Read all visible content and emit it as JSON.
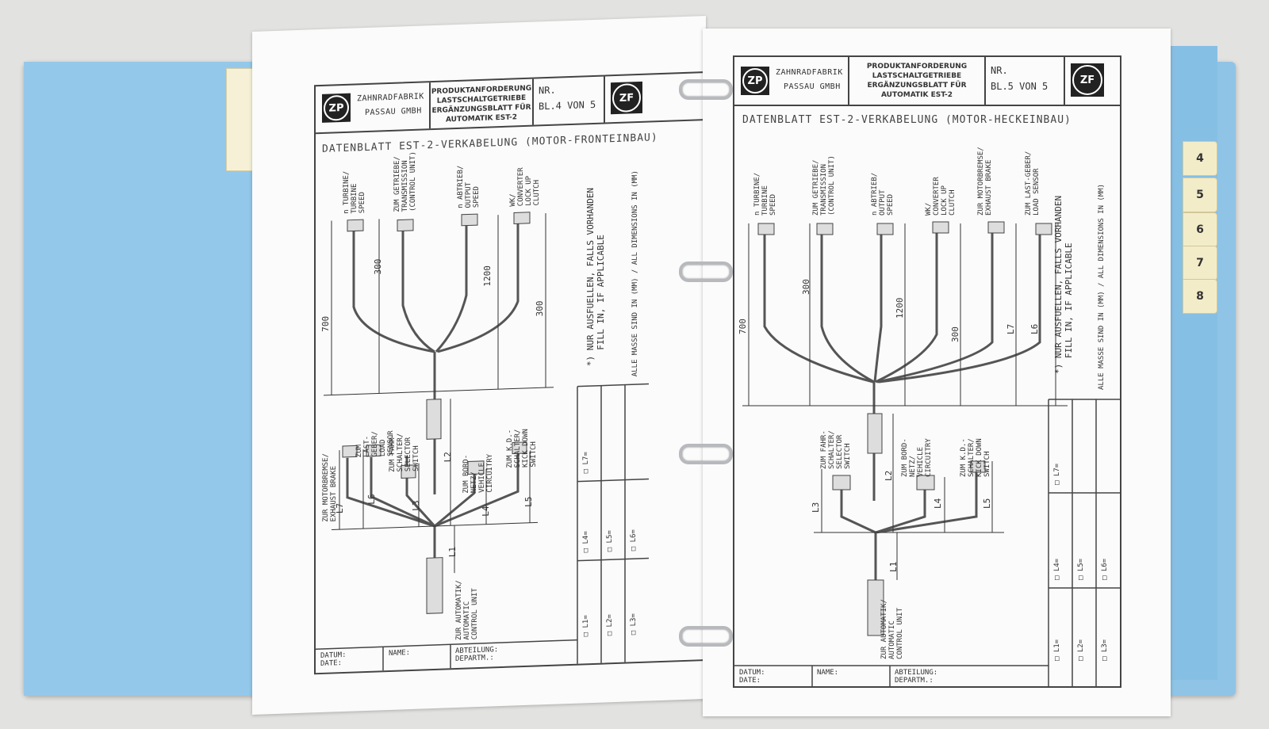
{
  "tabs": [
    "4",
    "5",
    "6",
    "7",
    "8"
  ],
  "left": {
    "company": [
      "ZAHNRADFABRIK",
      "PASSAU GMBH"
    ],
    "logo_small": "ZP",
    "title_lines": [
      "PRODUKTANFORDERUNG",
      "LASTSCHALTGETRIEBE",
      "ERGÄNZUNGSBLATT FÜR",
      "AUTOMATIK EST-2"
    ],
    "nr_label": "NR.",
    "sheet_no": "BL.4 VON 5",
    "logo_big": "ZF",
    "datasheet_title": "DATENBLATT EST-2-VERKABELUNG (MOTOR-FRONTEINBAU)",
    "sensors_top": [
      "n TURBINE/\nTURBINE\nSPEED",
      "ZUM GETRIEBE/\nTRANSMISSION\n(CONTROL UNIT)",
      "n ABTRIEB/\nOUTPUT\nSPEED",
      "WK/\nCONVERTER\nLOCK UP\nCLUTCH"
    ],
    "dims_top": [
      "700",
      "300",
      "1200",
      "300"
    ],
    "sensors_bottom": [
      "ZUR MOTORBREMSE/\nEXHAUST BRAKE",
      "ZUM\nLAST-\nGEBER/\nLOAD\nSENSOR",
      "ZUM FAHR-\nSCHALTER/\nSELECTOR\nSWITCH",
      "ZUM BORD-\nNETZ/\nVEHICLE\nCIRCUITRY",
      "ZUM K.D.-\nSCHALTER/\nKICK DOWN\nSWITCH"
    ],
    "dims_bottom": [
      "L7",
      "L6",
      "L3",
      "L2",
      "L4",
      "L5",
      "L1"
    ],
    "control_unit": "ZUR AUTOMATIK/\nAUTOMATIC\nCONTROL UNIT",
    "note": "*) NUR AUSFUELLEN, FALLS VORHANDEN\n   FILL IN, IF APPLICABLE",
    "dimensions_note": "ALLE MASSE SIND IN (MM) / ALL DIMENSIONS IN (MM)",
    "fields": [
      "□ L7=",
      "□ L4=",
      "□ L5=",
      "□ L6=",
      "□ L1=",
      "□ L2=",
      "□ L3="
    ],
    "footer": {
      "datum": "DATUM:\nDATE:",
      "name": "NAME:",
      "abteilung": "ABTEILUNG:\nDEPARTM.:"
    }
  },
  "right": {
    "company": [
      "ZAHNRADFABRIK",
      "PASSAU GMBH"
    ],
    "logo_small": "ZP",
    "title_lines": [
      "PRODUKTANFORDERUNG",
      "LASTSCHALTGETRIEBE",
      "ERGÄNZUNGSBLATT FÜR",
      "AUTOMATIK EST-2"
    ],
    "nr_label": "NR.",
    "sheet_no": "BL.5 VON 5",
    "logo_big": "ZF",
    "datasheet_title": "DATENBLATT EST-2-VERKABELUNG (MOTOR-HECKEINBAU)",
    "sensors_top": [
      "n TURBINE/\nTURBINE\nSPEED",
      "ZUM GETRIEBE/\nTRANSMISSION\n(CONTROL UNIT)",
      "n ABTRIEB/\nOUTPUT\nSPEED",
      "WK/\nCONVERTER\nLOCK UP\nCLUTCH",
      "ZUR MOTORBREMSE/\nEXHAUST BRAKE",
      "ZUM LAST-GEBER/\nLOAD SENSOR"
    ],
    "dims_top": [
      "700",
      "300",
      "1200",
      "300",
      "L7",
      "L6"
    ],
    "sensors_bottom": [
      "ZUM FAHR-\nSCHALTER/\nSELECTOR\nSWITCH",
      "ZUM BORD-\nNETZ/\nVEHICLE\nCIRCUITRY",
      "ZUM K.D.-\nSCHALTER/\nKICK DOWN\nSWITCH"
    ],
    "dims_bottom": [
      "L3",
      "L2",
      "L4",
      "L5",
      "L1"
    ],
    "control_unit": "ZUR AUTOMATIK/\nAUTOMATIC\nCONTROL UNIT",
    "note": "*) NUR AUSFUELLEN, FALLS VORHANDEN\n   FILL IN, IF APPLICABLE",
    "dimensions_note": "ALLE MASSE SIND IN (MM) / ALL DIMENSIONS IN (MM)",
    "fields": [
      "□ L7=",
      "□ L4=",
      "□ L5=",
      "□ L6=",
      "□ L1=",
      "□ L2=",
      "□ L3="
    ],
    "footer": {
      "datum": "DATUM:\nDATE:",
      "name": "NAME:",
      "abteilung": "ABTEILUNG:\nDEPARTM.:"
    }
  }
}
